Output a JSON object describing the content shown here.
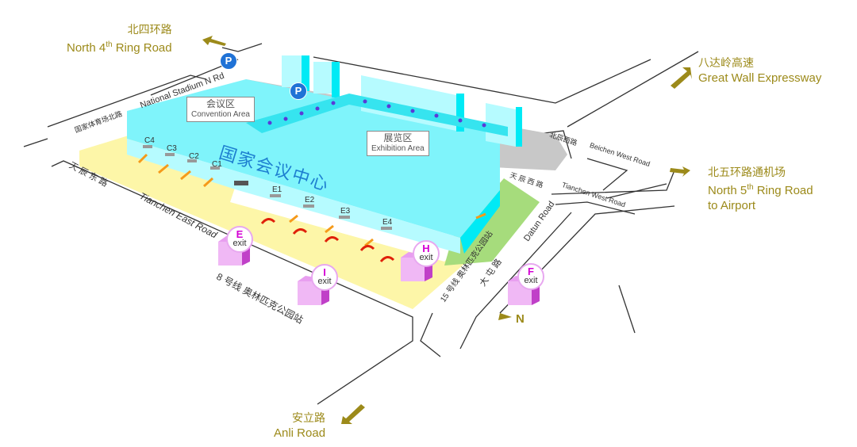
{
  "map": {
    "title_cn": "国家会议中心",
    "zones": [
      {
        "cn": "会议区",
        "en": "Convention Area"
      },
      {
        "cn": "展览区",
        "en": "Exhibition Area"
      }
    ],
    "gates_convention": [
      "C4",
      "C3",
      "C2",
      "C1"
    ],
    "gates_exhibition": [
      "E1",
      "E2",
      "E3",
      "E4"
    ],
    "parking_label": "P"
  },
  "destinations": {
    "north4": {
      "cn": "北四环路",
      "en_pre": "North 4",
      "en_sup": "th",
      "en_post": " Ring Road"
    },
    "greatwall": {
      "cn": "八达岭高速",
      "en": "Great Wall Expressway"
    },
    "north5": {
      "cn": "北五环路通机场",
      "en_pre": "North 5",
      "en_sup": "th",
      "en_post": " Ring Road",
      "en2": "to Airport"
    },
    "anli": {
      "cn": "安立路",
      "en": "Anli Road"
    }
  },
  "roads": {
    "national_stadium": {
      "cn": "国家体育场北路",
      "en": "National Stadium N Rd"
    },
    "tianchen_east": {
      "cn": "天 辰 东 路",
      "en": "Tianchen East Road"
    },
    "tianchen_west": {
      "cn": "天 辰 西 路",
      "en": "Tianchen West Road"
    },
    "beichen_west": {
      "cn": "北辰西路",
      "en": "Beichen West Road"
    },
    "datun": {
      "cn": "大 屯 路",
      "en": "Datun Road"
    }
  },
  "subway": {
    "line8": "8 号线  奥林匹克公园站",
    "line15": "15 号线  奥林匹克公园站",
    "exits": [
      {
        "letter": "E",
        "label": "exit"
      },
      {
        "letter": "I",
        "label": "exit"
      },
      {
        "letter": "H",
        "label": "exit"
      },
      {
        "letter": "F",
        "label": "exit"
      }
    ]
  },
  "compass": {
    "label": "N"
  },
  "colors": {
    "building": "#7ff4fb",
    "building_side": "#00eaf5",
    "plaza": "#fdf6a8",
    "green": "#a6dc7c",
    "road_gray": "#c8c8c8",
    "dest_text": "#9c8a1a",
    "subway": "#d64fd6",
    "arrow_orange": "#f59a1a",
    "arrow_red": "#e0200a",
    "parking": "#1f72d6"
  }
}
